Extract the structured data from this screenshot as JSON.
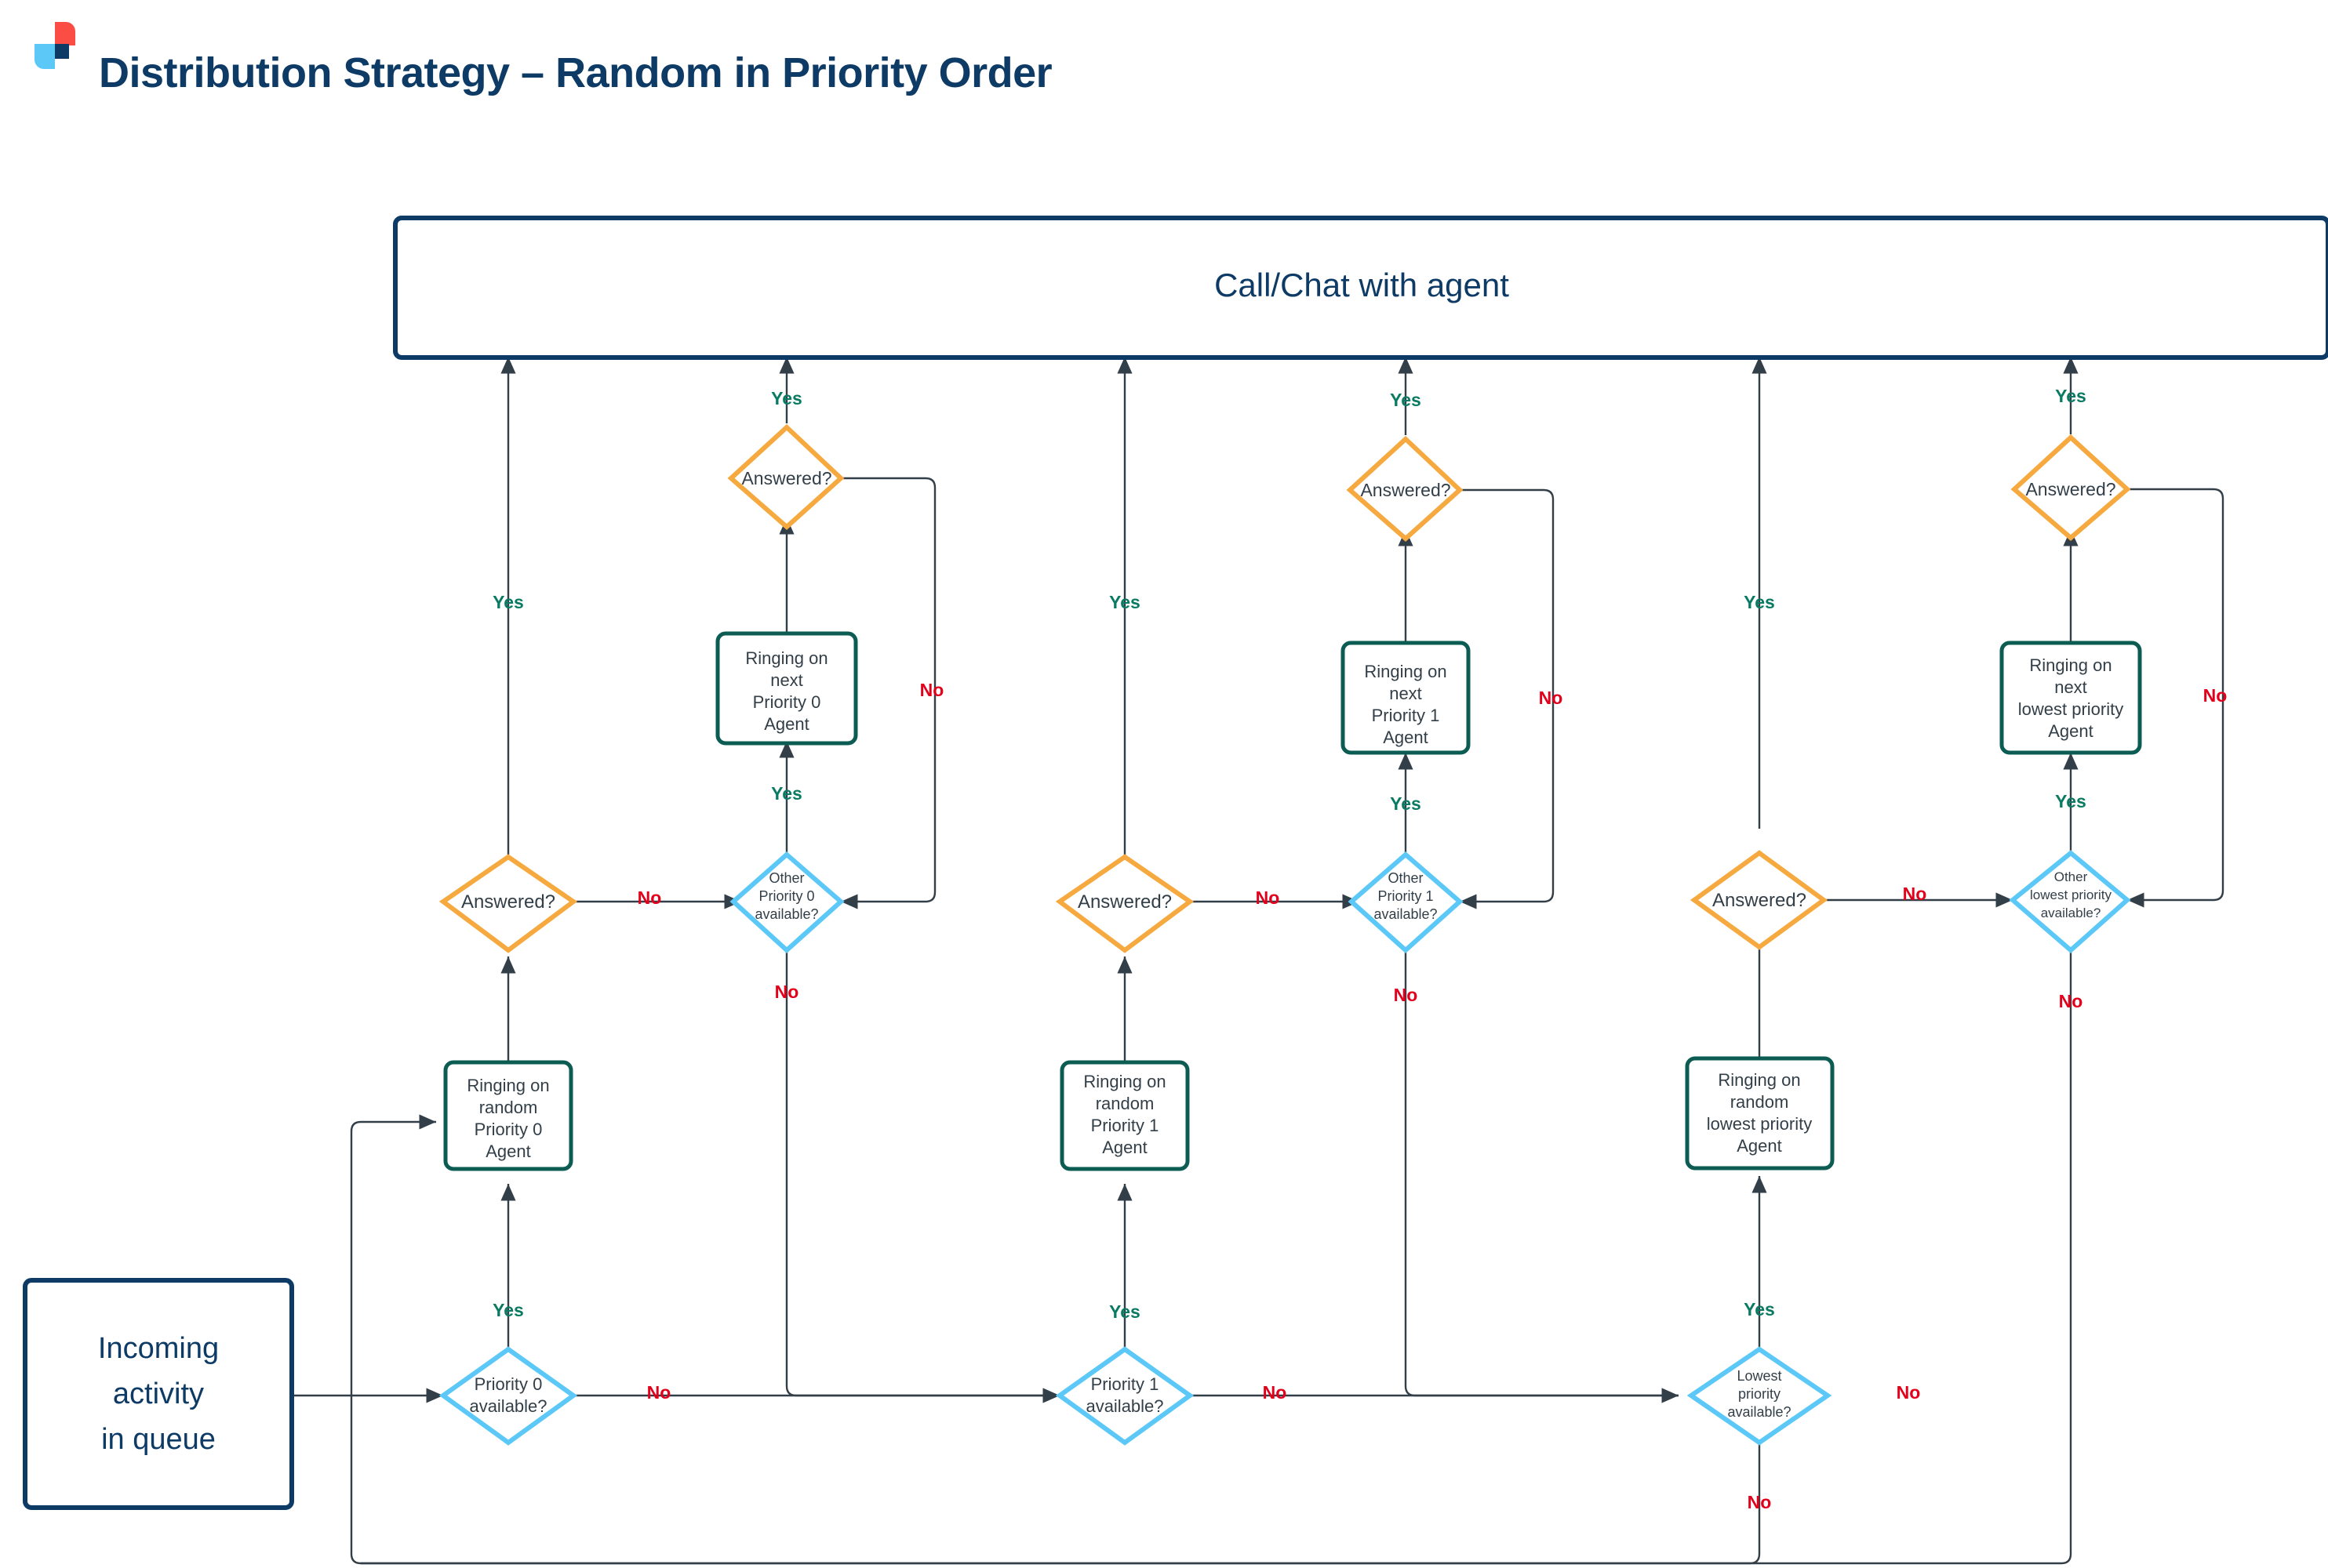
{
  "page": {
    "title": "Distribution Strategy – Random in Priority Order",
    "logo_name": "brand-logo"
  },
  "colors": {
    "brand_navy": "#0d3b66",
    "brand_red": "#fb4d43",
    "brand_lightblue": "#5cc8f7",
    "teal": "#0d5c53",
    "orange": "#f5a93f",
    "cyan": "#5cc8f7",
    "yes_green": "#0b7a63",
    "no_red": "#e3001b",
    "line": "#333f48"
  },
  "chart_data": {
    "type": "flowchart",
    "title": "Distribution Strategy – Random in Priority Order",
    "nodes": [
      {
        "id": "terminal_top",
        "shape": "rect",
        "style": "navy",
        "label": "Call/Chat with agent"
      },
      {
        "id": "start",
        "shape": "rect",
        "style": "navy",
        "label": "Incoming activity in queue"
      },
      {
        "id": "p0_avail",
        "shape": "diamond",
        "style": "cyan",
        "label": "Priority 0 available?"
      },
      {
        "id": "p0_ring_rand",
        "shape": "rect",
        "style": "teal",
        "label": "Ringing on random Priority 0 Agent"
      },
      {
        "id": "p0_answered",
        "shape": "diamond",
        "style": "orange",
        "label": "Answered?"
      },
      {
        "id": "p0_other",
        "shape": "diamond",
        "style": "cyan",
        "label": "Other Priority 0 available?"
      },
      {
        "id": "p0_ring_next",
        "shape": "rect",
        "style": "teal",
        "label": "Ringing on next Priority 0 Agent"
      },
      {
        "id": "p0_answered2",
        "shape": "diamond",
        "style": "orange",
        "label": "Answered?"
      },
      {
        "id": "p1_avail",
        "shape": "diamond",
        "style": "cyan",
        "label": "Priority 1 available?"
      },
      {
        "id": "p1_ring_rand",
        "shape": "rect",
        "style": "teal",
        "label": "Ringing on random Priority 1 Agent"
      },
      {
        "id": "p1_answered",
        "shape": "diamond",
        "style": "orange",
        "label": "Answered?"
      },
      {
        "id": "p1_other",
        "shape": "diamond",
        "style": "cyan",
        "label": "Other Priority 1 available?"
      },
      {
        "id": "p1_ring_next",
        "shape": "rect",
        "style": "teal",
        "label": "Ringing on next Priority 1 Agent"
      },
      {
        "id": "p1_answered2",
        "shape": "diamond",
        "style": "orange",
        "label": "Answered?"
      },
      {
        "id": "lp_avail",
        "shape": "diamond",
        "style": "cyan",
        "label": "Lowest priority available?"
      },
      {
        "id": "lp_ring_rand",
        "shape": "rect",
        "style": "teal",
        "label": "Ringing on random lowest priority Agent"
      },
      {
        "id": "lp_answered",
        "shape": "diamond",
        "style": "orange",
        "label": "Answered?"
      },
      {
        "id": "lp_other",
        "shape": "diamond",
        "style": "cyan",
        "label": "Other lowest priority available?"
      },
      {
        "id": "lp_ring_next",
        "shape": "rect",
        "style": "teal",
        "label": "Ringing on next lowest priority Agent"
      },
      {
        "id": "lp_answered2",
        "shape": "diamond",
        "style": "orange",
        "label": "Answered?"
      }
    ],
    "edges": [
      {
        "from": "start",
        "to": "p0_avail",
        "label": ""
      },
      {
        "from": "p0_avail",
        "to": "p0_ring_rand",
        "label": "Yes"
      },
      {
        "from": "p0_avail",
        "to": "p1_avail",
        "label": "No"
      },
      {
        "from": "p0_ring_rand",
        "to": "p0_answered",
        "label": ""
      },
      {
        "from": "p0_answered",
        "to": "terminal_top",
        "label": "Yes"
      },
      {
        "from": "p0_answered",
        "to": "p0_other",
        "label": "No"
      },
      {
        "from": "p0_other",
        "to": "p0_ring_next",
        "label": "Yes"
      },
      {
        "from": "p0_other",
        "to": "p1_avail",
        "label": "No"
      },
      {
        "from": "p0_ring_next",
        "to": "p0_answered2",
        "label": ""
      },
      {
        "from": "p0_answered2",
        "to": "terminal_top",
        "label": "Yes"
      },
      {
        "from": "p0_answered2",
        "to": "p0_other",
        "label": "No"
      },
      {
        "from": "p1_avail",
        "to": "p1_ring_rand",
        "label": "Yes"
      },
      {
        "from": "p1_avail",
        "to": "lp_avail",
        "label": "No"
      },
      {
        "from": "p1_ring_rand",
        "to": "p1_answered",
        "label": ""
      },
      {
        "from": "p1_answered",
        "to": "terminal_top",
        "label": "Yes"
      },
      {
        "from": "p1_answered",
        "to": "p1_other",
        "label": "No"
      },
      {
        "from": "p1_other",
        "to": "p1_ring_next",
        "label": "Yes"
      },
      {
        "from": "p1_other",
        "to": "lp_avail",
        "label": "No"
      },
      {
        "from": "p1_ring_next",
        "to": "p1_answered2",
        "label": ""
      },
      {
        "from": "p1_answered2",
        "to": "terminal_top",
        "label": "Yes"
      },
      {
        "from": "p1_answered2",
        "to": "p1_other",
        "label": "No"
      },
      {
        "from": "lp_avail",
        "to": "lp_ring_rand",
        "label": "Yes"
      },
      {
        "from": "lp_avail",
        "to": "p0_ring_rand",
        "label": "No"
      },
      {
        "from": "lp_ring_rand",
        "to": "lp_answered",
        "label": ""
      },
      {
        "from": "lp_answered",
        "to": "terminal_top",
        "label": "Yes"
      },
      {
        "from": "lp_answered",
        "to": "lp_other",
        "label": "No"
      },
      {
        "from": "lp_other",
        "to": "lp_ring_next",
        "label": "Yes"
      },
      {
        "from": "lp_other",
        "to": "p0_ring_rand",
        "label": "No"
      },
      {
        "from": "lp_ring_next",
        "to": "lp_answered2",
        "label": ""
      },
      {
        "from": "lp_answered2",
        "to": "terminal_top",
        "label": "Yes"
      },
      {
        "from": "lp_answered2",
        "to": "lp_other",
        "label": "No"
      }
    ]
  },
  "labels": {
    "yes": "Yes",
    "no": "No",
    "terminal_top": "Call/Chat with agent",
    "start_l1": "Incoming",
    "start_l2": "activity",
    "start_l3": "in queue",
    "answered": "Answered?",
    "p0_avail_l1": "Priority 0",
    "p0_avail_l2": "available?",
    "p0_rand_l1": "Ringing on",
    "p0_rand_l2": "random",
    "p0_rand_l3": "Priority 0",
    "p0_rand_l4": "Agent",
    "p0_other_l1": "Other",
    "p0_other_l2": "Priority 0",
    "p0_other_l3": "available?",
    "p0_next_l1": "Ringing on",
    "p0_next_l2": "next",
    "p0_next_l3": "Priority 0",
    "p0_next_l4": "Agent",
    "p1_avail_l1": "Priority 1",
    "p1_avail_l2": "available?",
    "p1_rand_l1": "Ringing on",
    "p1_rand_l2": "random",
    "p1_rand_l3": "Priority 1",
    "p1_rand_l4": "Agent",
    "p1_other_l1": "Other",
    "p1_other_l2": "Priority 1",
    "p1_other_l3": "available?",
    "p1_next_l1": "Ringing on",
    "p1_next_l2": "next",
    "p1_next_l3": "Priority 1",
    "p1_next_l4": "Agent",
    "lp_avail_l1": "Lowest",
    "lp_avail_l2": "priority",
    "lp_avail_l3": "available?",
    "lp_rand_l1": "Ringing on",
    "lp_rand_l2": "random",
    "lp_rand_l3": "lowest priority",
    "lp_rand_l4": "Agent",
    "lp_other_l1": "Other",
    "lp_other_l2": "lowest priority",
    "lp_other_l3": "available?",
    "lp_next_l1": "Ringing on",
    "lp_next_l2": "next",
    "lp_next_l3": "lowest priority",
    "lp_next_l4": "Agent"
  }
}
